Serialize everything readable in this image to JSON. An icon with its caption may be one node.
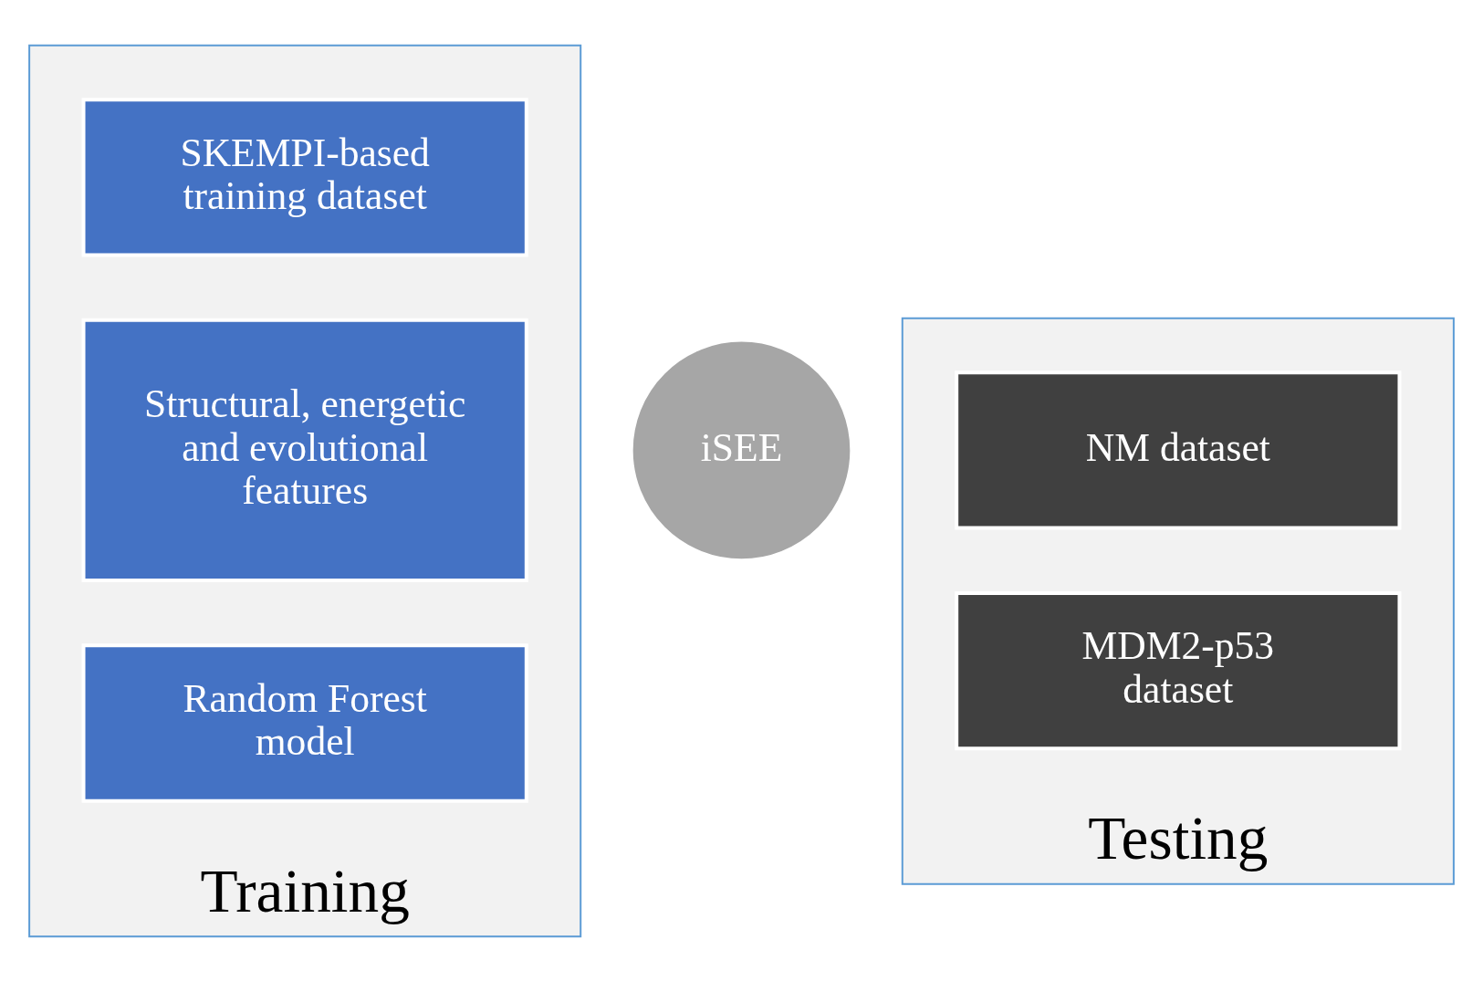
{
  "diagram": {
    "nodes": [
      {
        "text": [
          "Training"
        ]
      },
      {
        "text": [
          "SKEMPI-based training dataset"
        ],
        "in": 0
      },
      {
        "text": [
          "Structural, energetic and evolutional features"
        ],
        "in": 0
      },
      {
        "text": [
          "Random Forest model"
        ],
        "in": 0
      },
      {
        "text": [
          "iSEE"
        ]
      },
      {
        "text": [
          "Testing"
        ]
      },
      {
        "text": [
          "NM dataset"
        ],
        "in": 5
      },
      {
        "text": [
          "MDM2-p53 dataset"
        ],
        "in": 5
      }
    ]
  }
}
